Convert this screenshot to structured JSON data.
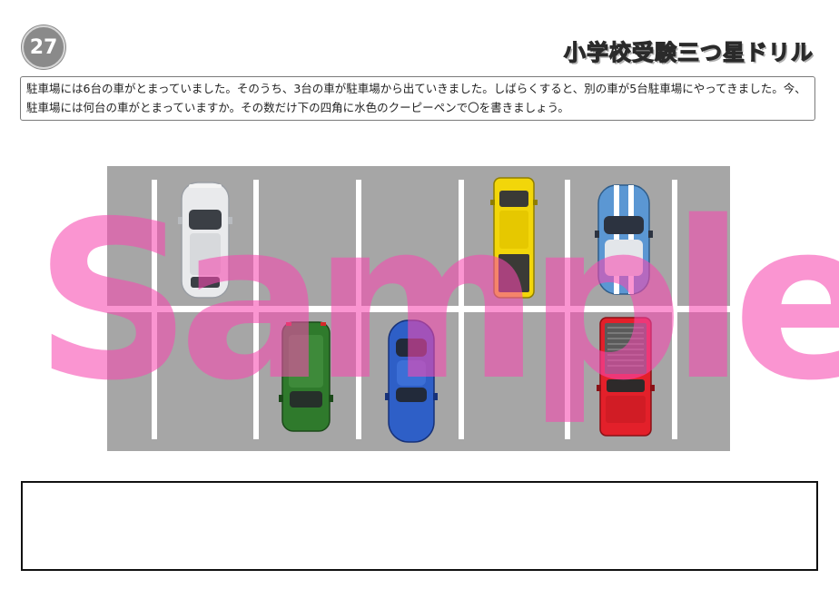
{
  "header": {
    "number": "27",
    "brand": "小学校受験三つ星ドリル"
  },
  "question": {
    "text": "駐車場には6台の車がとまっていました。そのうち、3台の車が駐車場から出ていきました。しばらくすると、別の車が5台駐車場にやってきました。今、駐車場には何台の車がとまっていますか。その数だけ下の四角に水色のクーピーペンで〇を書きましょう。"
  },
  "parking_lot": {
    "background_color": "#a6a6a6",
    "line_color": "#ffffff",
    "top_row": [
      {
        "slot": 1,
        "car": "white-car",
        "color": "#e9eaec",
        "facing": "up"
      },
      {
        "slot": 2,
        "car": null
      },
      {
        "slot": 3,
        "car": null
      },
      {
        "slot": 4,
        "car": "yellow-pickup",
        "color": "#f2d60a",
        "facing": "up"
      },
      {
        "slot": 5,
        "car": "blue-striped-car",
        "color": "#5b97d3",
        "facing": "up"
      }
    ],
    "bottom_row": [
      {
        "slot": 1,
        "car": null
      },
      {
        "slot": 2,
        "car": "green-car",
        "color": "#2f7a2c",
        "facing": "down"
      },
      {
        "slot": 3,
        "car": "blue-sports-car",
        "color": "#2e5fc7",
        "facing": "down"
      },
      {
        "slot": 4,
        "car": null
      },
      {
        "slot": 5,
        "car": "red-pickup",
        "color": "#e3202a",
        "facing": "down"
      }
    ]
  },
  "answer_box": {
    "content": ""
  },
  "watermark": {
    "text": "Sample",
    "color": "#f648af"
  }
}
